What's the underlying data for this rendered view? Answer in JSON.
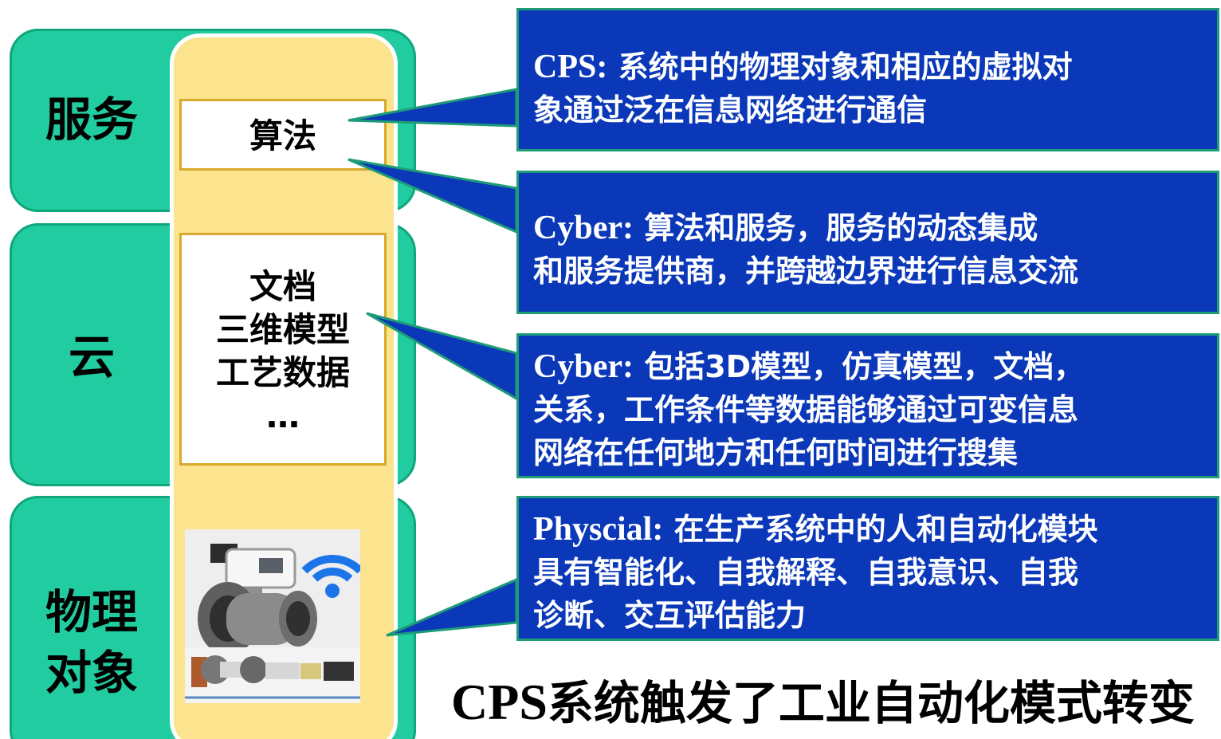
{
  "layers": {
    "service": "服务",
    "cloud": "云",
    "physical": [
      "物理",
      "对象"
    ]
  },
  "center": {
    "algorithm": "算法",
    "cloud_items": [
      "文档",
      "三维模型",
      "工艺数据",
      "…"
    ]
  },
  "info_boxes": [
    {
      "prefix": "CPS:",
      "lines": [
        "系统中的物理对象和相应的虚拟对",
        "象通过泛在信息网络进行通信"
      ]
    },
    {
      "prefix": "Cyber:",
      "lines": [
        "算法和服务，服务的动态集成",
        "和服务提供商，并跨越边界进行信息交流"
      ]
    },
    {
      "prefix": "Cyber:",
      "lines": [
        "包括3D模型，仿真模型，文档，",
        "关系，工作条件等数据能够通过可变信息",
        "网络在任何地方和任何时间进行搜集"
      ]
    },
    {
      "prefix": "Physcial:",
      "lines": [
        "在生产系统中的人和自动化模块",
        "具有智能化、自我解释、自我意识、自我",
        "诊断、交互评估能力"
      ]
    }
  ],
  "caption": {
    "prefix": "CPS",
    "text": "系统触发了工业自动化模式转变"
  },
  "icons": {
    "wifi": "wifi-icon",
    "device": "flowmeter-device-icon"
  },
  "colors": {
    "layer_green": "#21cda0",
    "center_yellow": "#fbe48d",
    "info_blue": "#0a38b8",
    "info_border": "#1e9c78"
  }
}
